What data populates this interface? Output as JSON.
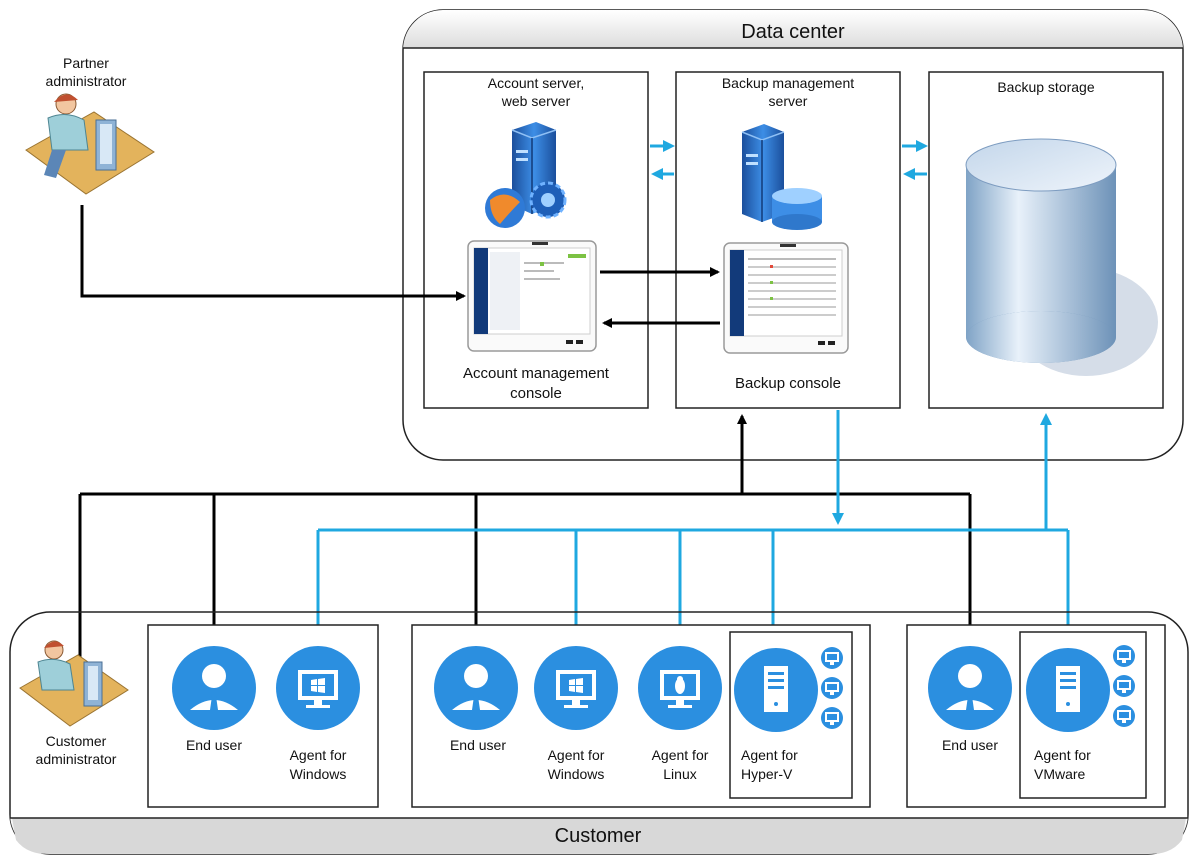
{
  "data_center": {
    "title": "Data center"
  },
  "customer": {
    "title": "Customer"
  },
  "partner_admin": {
    "line1": "Partner",
    "line2": "administrator"
  },
  "customer_admin": {
    "line1": "Customer",
    "line2": "administrator"
  },
  "account_server": {
    "title_line1": "Account server,",
    "title_line2": "web server",
    "console_line1": "Account management",
    "console_line2": "console"
  },
  "backup_mgmt": {
    "title_line1": "Backup management",
    "title_line2": "server",
    "console": "Backup console"
  },
  "backup_storage": {
    "title": "Backup storage"
  },
  "group1": {
    "end_user": "End user",
    "agent_line1": "Agent for",
    "agent_line2": "Windows"
  },
  "group2": {
    "end_user": "End user",
    "agent_win_line1": "Agent for",
    "agent_win_line2": "Windows",
    "agent_linux_line1": "Agent for",
    "agent_linux_line2": "Linux",
    "agent_hyperv_line1": "Agent for",
    "agent_hyperv_line2": "Hyper-V"
  },
  "group3": {
    "end_user": "End user",
    "agent_line1": "Agent for",
    "agent_line2": "VMware"
  },
  "colors": {
    "accent_blue": "#1fa8e0",
    "icon_blue": "#2b8fe0",
    "line_black": "#000000"
  },
  "icons": [
    "person-at-desk-icon",
    "server-globe-icon",
    "server-database-icon",
    "console-window-icon",
    "database-cylinder-icon",
    "user-icon",
    "windows-monitor-icon",
    "linux-monitor-icon",
    "server-tower-icon",
    "vm-monitor-icon"
  ]
}
